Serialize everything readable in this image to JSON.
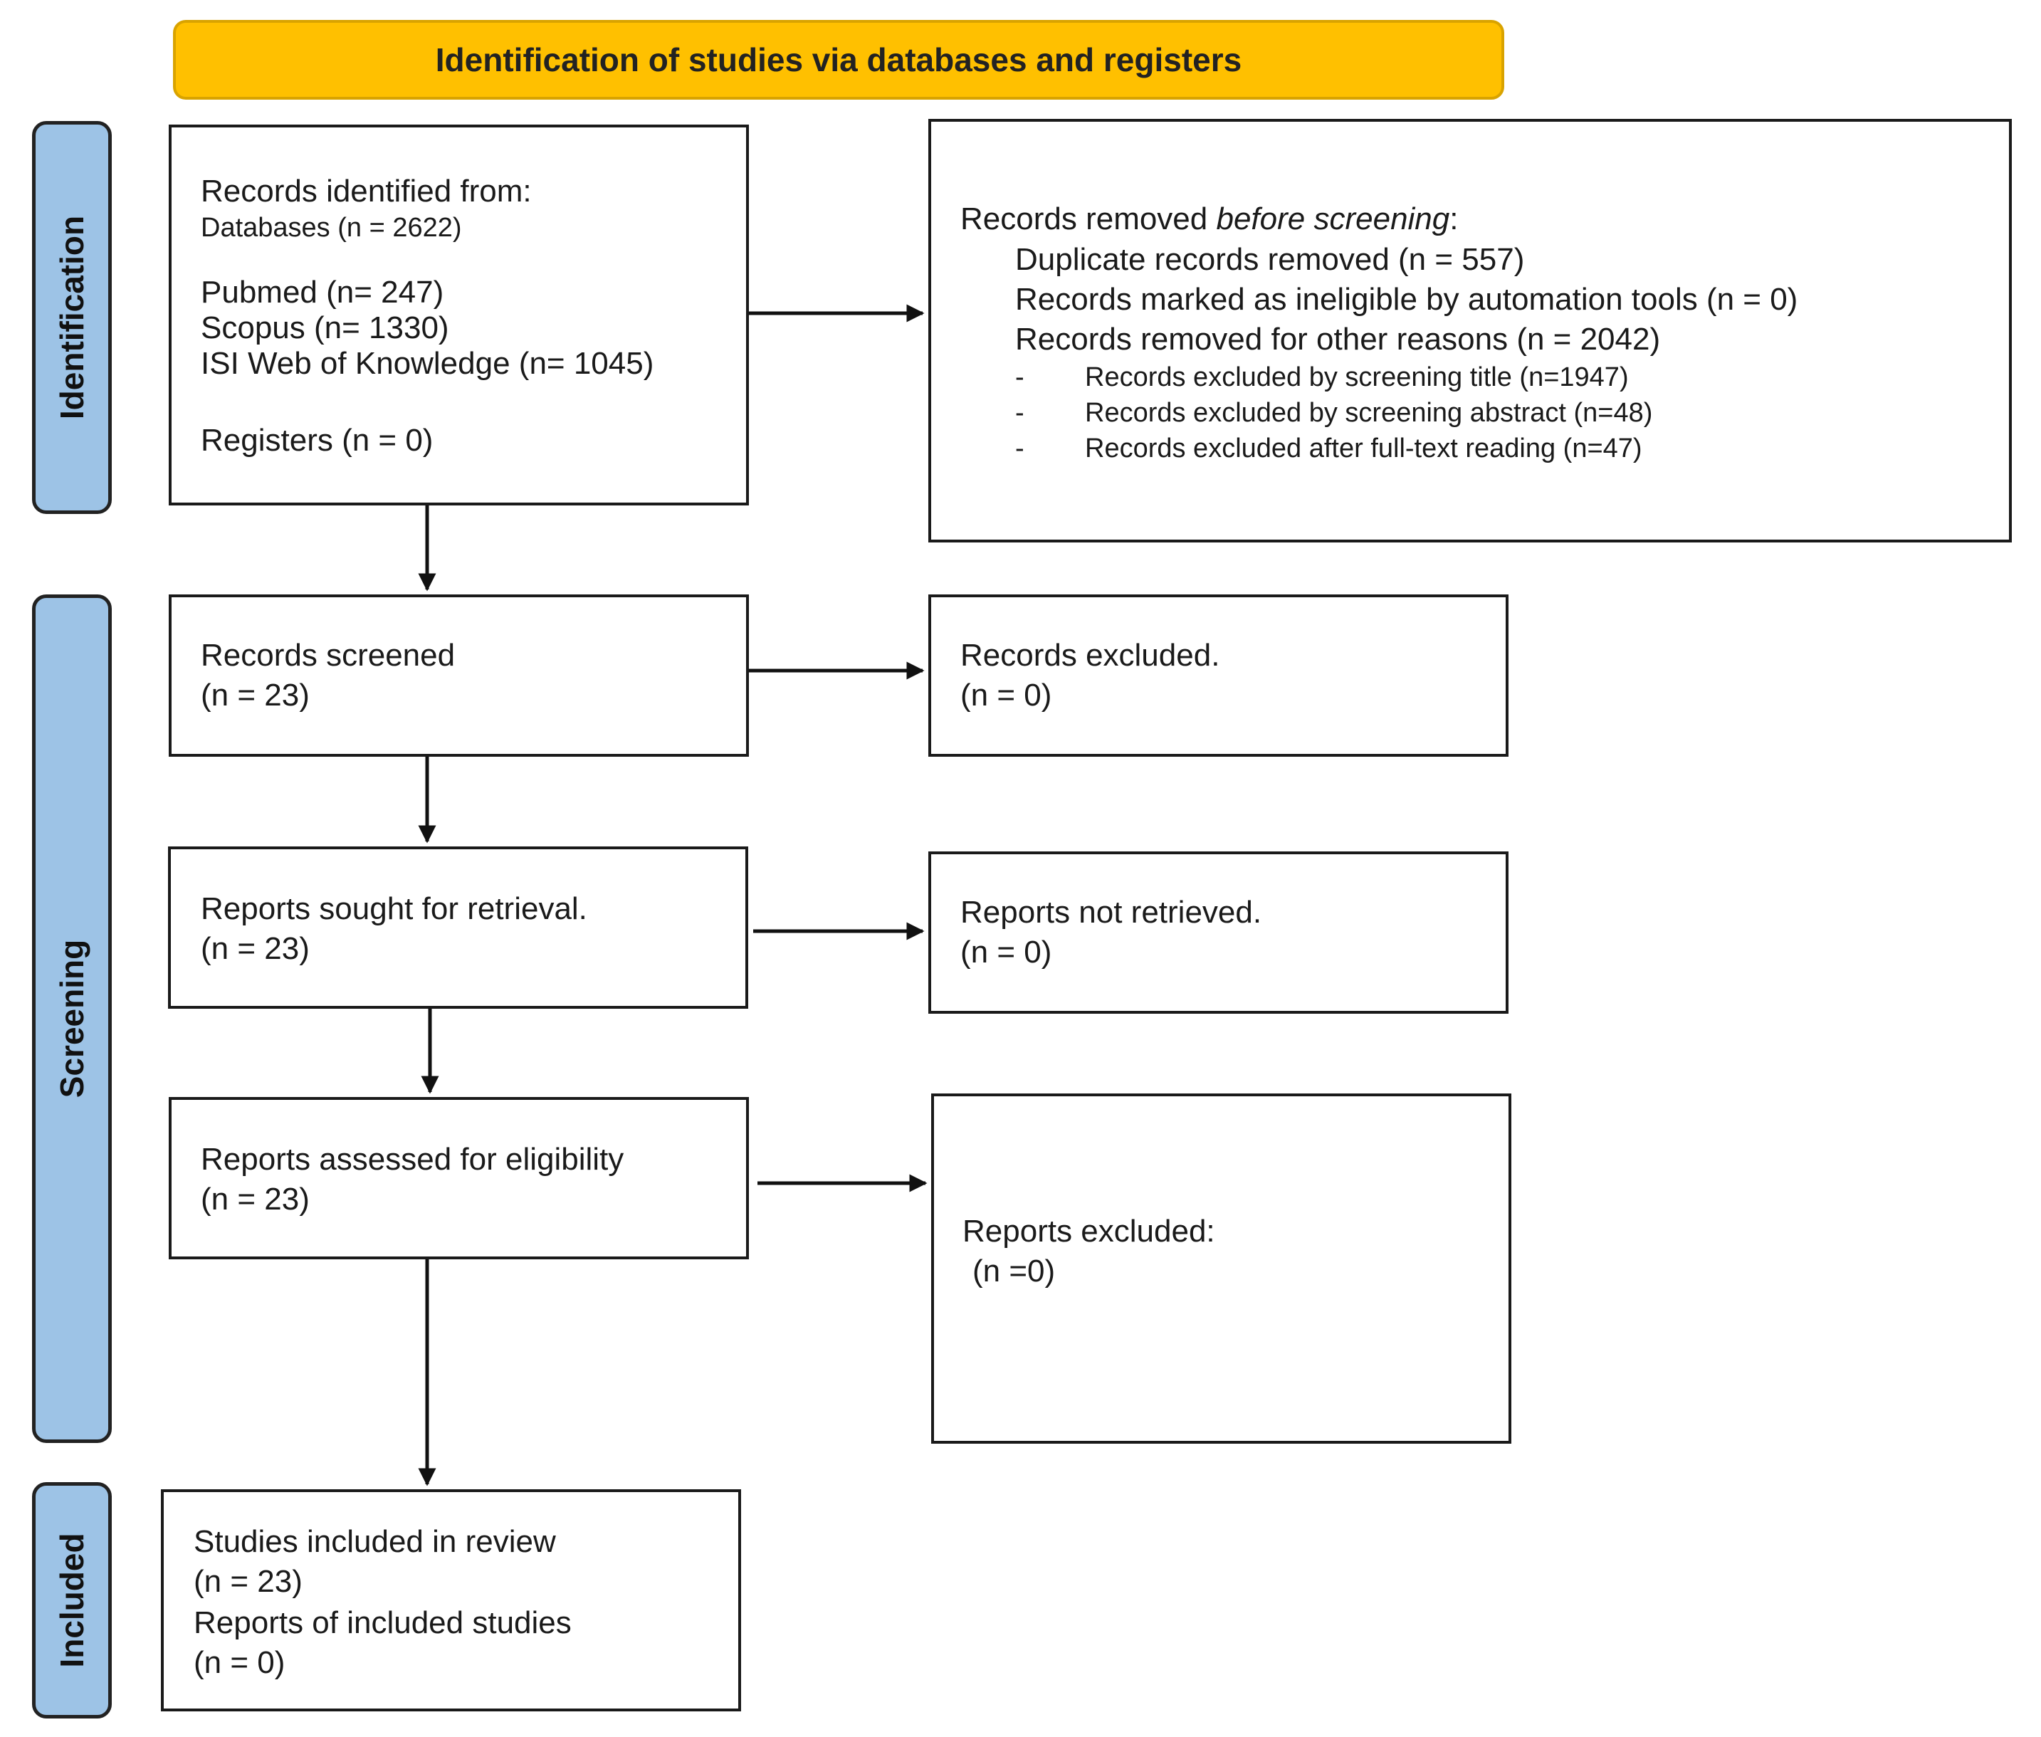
{
  "header": {
    "title": "Identification of studies via databases and registers"
  },
  "phases": {
    "identification": "Identification",
    "screening": "Screening",
    "included": "Included"
  },
  "identified": {
    "title": "Records identified from:",
    "databases": "Databases (n = 2622)",
    "pubmed": "Pubmed (n= 247)",
    "scopus": "Scopus (n= 1330)",
    "isi": "ISI Web of Knowledge (n= 1045)",
    "registers": "Registers (n = 0)"
  },
  "removed": {
    "title_prefix": "Records removed ",
    "title_italic": "before screening",
    "title_suffix": ":",
    "duplicates": "Duplicate records removed (n = 557)",
    "ineligible": "Records marked as ineligible by automation tools (n = 0)",
    "other": "Records removed for other reasons (n = 2042)",
    "bullet": "-",
    "sub1": "Records excluded by screening title (n=1947)",
    "sub2": "Records excluded by screening abstract (n=48)",
    "sub3": "Records excluded after full-text reading (n=47)"
  },
  "screened": {
    "label": "Records screened",
    "n": "(n = 23)"
  },
  "excluded": {
    "label": "Records excluded.",
    "n": "(n = 0)"
  },
  "sought": {
    "label": "Reports sought for retrieval.",
    "n": "(n = 23)"
  },
  "not_retrieved": {
    "label": "Reports not retrieved.",
    "n": "(n = 0)"
  },
  "assessed": {
    "label": "Reports assessed for eligibility",
    "n": "(n = 23)"
  },
  "reports_excluded": {
    "label": "Reports excluded:",
    "n": "(n =0)"
  },
  "included": {
    "studies": "Studies included in review",
    "studies_n": "(n = 23)",
    "reports": "Reports of included studies",
    "reports_n": "(n = 0)"
  }
}
